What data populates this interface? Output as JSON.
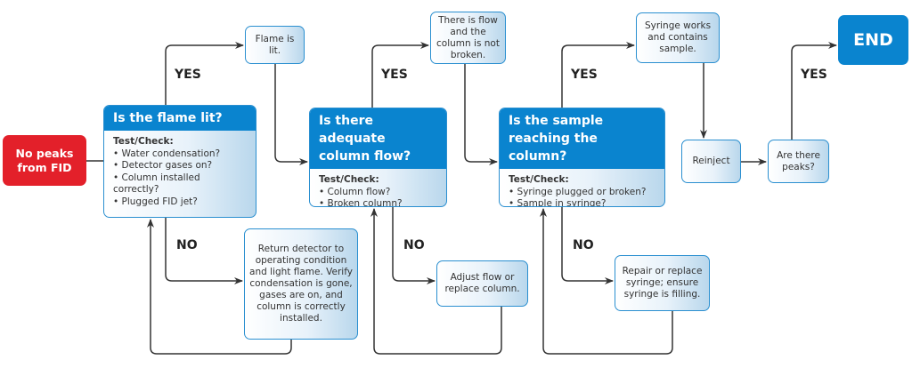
{
  "colors": {
    "start": "#e3202a",
    "header": "#0a84cf",
    "border": "#2a8fd0",
    "line": "#333333"
  },
  "start": {
    "label": "No peaks\nfrom FID"
  },
  "end": {
    "label": "END"
  },
  "questions": [
    {
      "title": "Is the flame lit?",
      "check_label": "Test/Check:",
      "items": [
        "Water condensation?",
        "Detector gases on?",
        "Column installed correctly?",
        "Plugged FID jet?"
      ]
    },
    {
      "title": "Is there adequate column flow?",
      "check_label": "Test/Check:",
      "items": [
        "Column flow?",
        "Broken column?"
      ]
    },
    {
      "title": "Is the sample reaching the column?",
      "check_label": "Test/Check:",
      "items": [
        "Syringe plugged or broken?",
        "Sample in syringe?"
      ]
    }
  ],
  "outcomes": {
    "flame_lit": "Flame is lit.",
    "return_detector": "Return detector to operating condition and light flame. Verify condensation is gone, gases are on, and column is correctly installed.",
    "flow_ok": "There is flow and the column is not broken.",
    "adjust_flow": "Adjust flow or replace column.",
    "syringe_works": "Syringe works and contains sample.",
    "repair_syringe": "Repair or replace syringe; ensure syringe is filling.",
    "reinject": "Reinject",
    "are_peaks": "Are there peaks?"
  },
  "labels": {
    "yes": "YES",
    "no": "NO"
  }
}
